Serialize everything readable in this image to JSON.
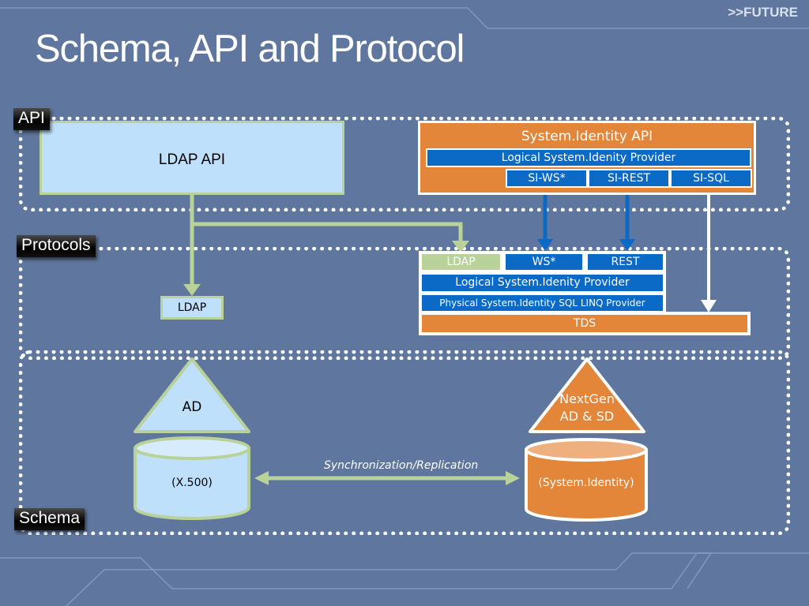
{
  "header": {
    "section_tag": ">>FUTURE",
    "title": "Schema, API and Protocol"
  },
  "layers": {
    "api": {
      "label": "API"
    },
    "protocols": {
      "label": "Protocols"
    },
    "schema": {
      "label": "Schema"
    }
  },
  "api_layer": {
    "ldap_api": "LDAP API",
    "system_identity_api": {
      "title": "System.Identity API",
      "logical_provider": "Logical System.Idenity Provider",
      "endpoints": [
        "SI-WS*",
        "SI-REST",
        "SI-SQL"
      ]
    }
  },
  "protocol_layer": {
    "ldap_legacy": "LDAP",
    "stack": {
      "protocols": [
        "LDAP",
        "WS*",
        "REST"
      ],
      "logical_provider": "Logical System.Idenity Provider",
      "physical_provider": "Physical System.Identity SQL LINQ Provider",
      "transport": "TDS"
    }
  },
  "schema_layer": {
    "legacy_directory": {
      "name": "AD",
      "store": "(X.500)"
    },
    "next_directory": {
      "name_line1": "NextGen",
      "name_line2": "AD & SD",
      "store": "(System.Identity)"
    },
    "link_label": "Synchronization/Replication"
  },
  "colors": {
    "background": "#5f779e",
    "light_blue": "#bfe0fb",
    "green_border": "#b9d29a",
    "orange": "#e3863a",
    "blue": "#0b6ac6",
    "white": "#ffffff"
  }
}
